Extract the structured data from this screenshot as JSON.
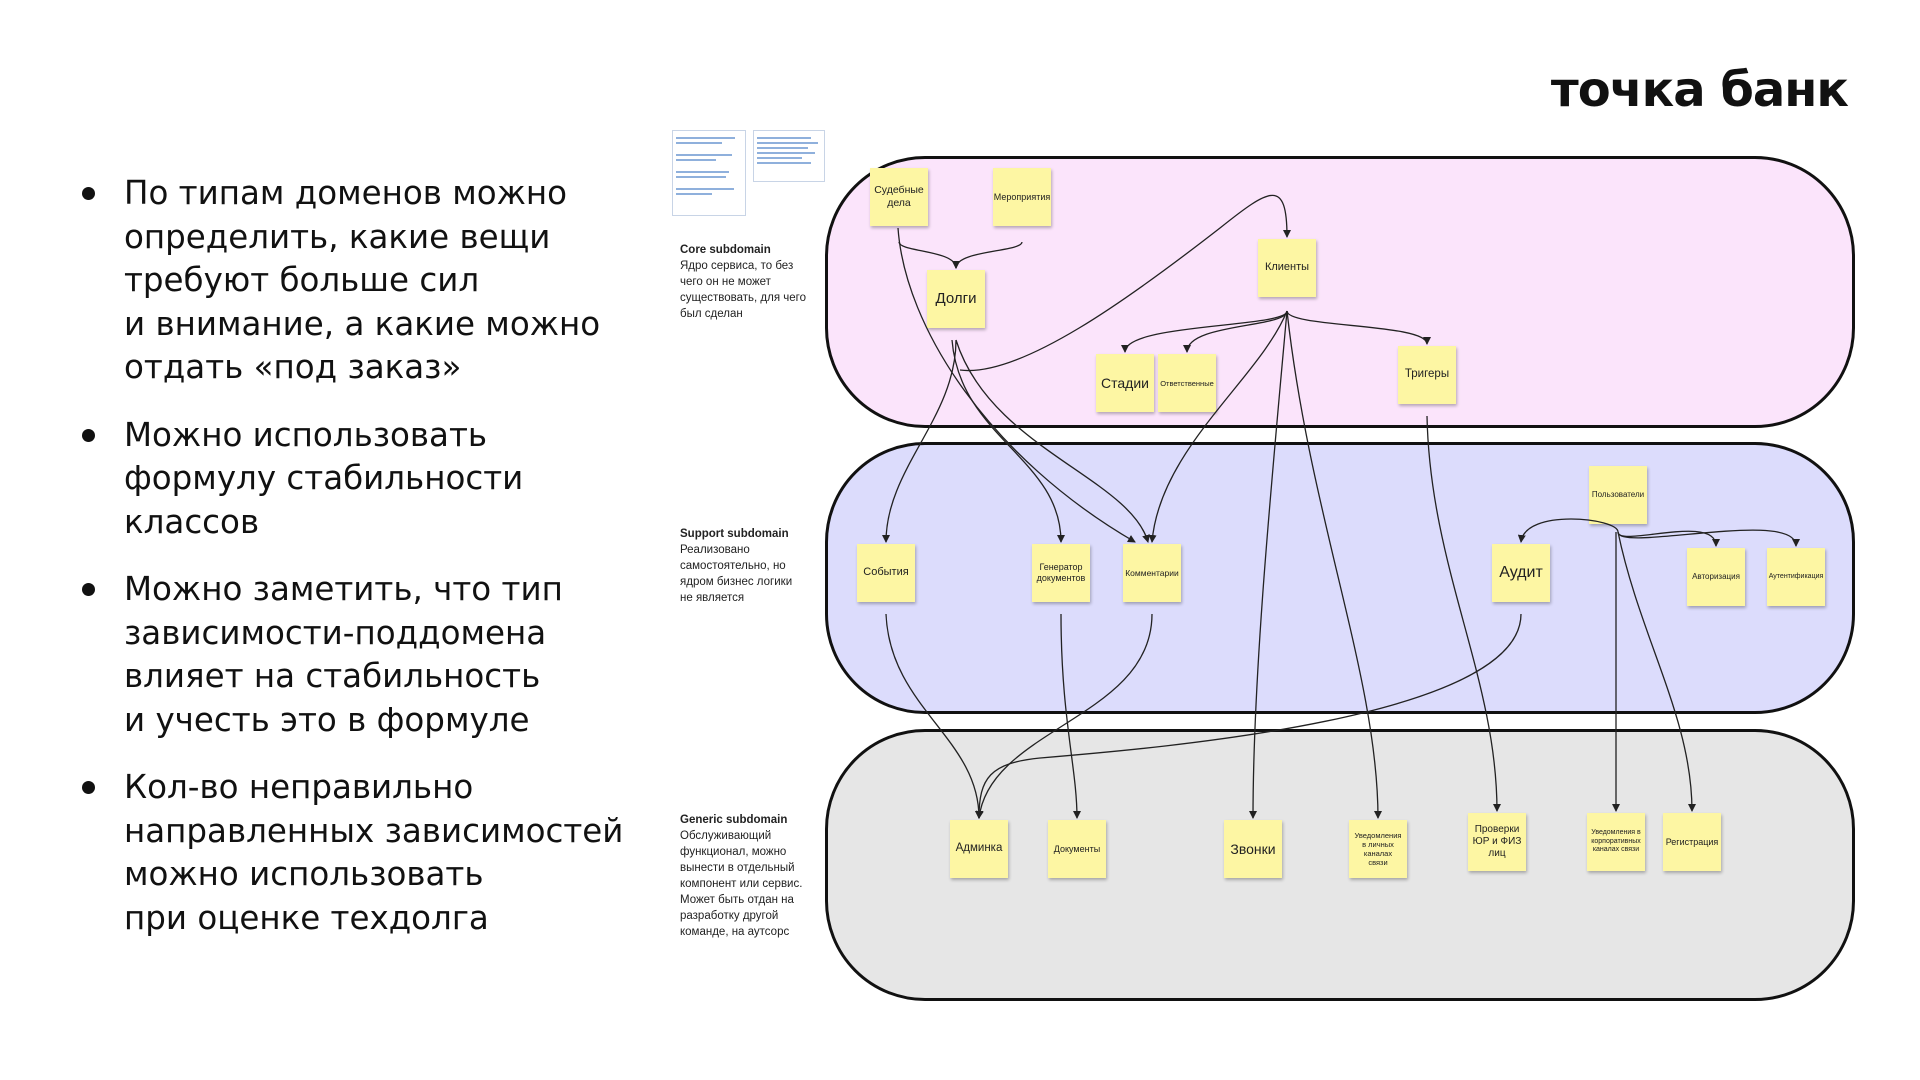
{
  "logo": "точка банк",
  "bullets": [
    "По типам доменов можно\nопределить, какие вещи\nтребуют больше сил\nи внимание, а какие можно\nотдать «под заказ»",
    "Можно использовать\nформулу стабильности\nклассов",
    "Можно заметить, что тип\nзависимости-поддомена\nвлияет на стабильность\nи учесть это в формуле",
    "Кол-во неправильно\nнаправленных зависимостей\nможно использовать\nпри оценке техдолга"
  ],
  "lanes": {
    "core": {
      "title": "Core subdomain",
      "desc": "Ядро сервиса, то без\nчего он не может\nсуществовать, для чего\nбыл сделан",
      "color": "#fbe4fb"
    },
    "support": {
      "title": "Support subdomain",
      "desc": "Реализовано\nсамостоятельно, но\nядром бизнес логики\nне является",
      "color": "#dcdcfc"
    },
    "generic": {
      "title": "Generic subdomain",
      "desc": "Обслуживающий\nфункционал, можно\nвынести в отдельный\nкомпонент или сервис.\nМожет быть отдан на\nразработку другой\nкоманде, на аутсорс",
      "color": "#e6e6e6"
    }
  },
  "stickies": {
    "sudebnye": "Судебные\nдела",
    "meropriyatiya": "Мероприятия",
    "dolgi": "Долги",
    "klienty": "Клиенты",
    "stadii": "Стадии",
    "otvetstvennye": "Ответственные",
    "trigery": "Тригеры",
    "polzovateli": "Пользователи",
    "sobytiya": "События",
    "generator": "Генератор\nдокументов",
    "kommentarii": "Комментарии",
    "audit": "Аудит",
    "avtorizatsiya": "Авторизация",
    "autentifikatsiya": "Аутентификация",
    "adminka": "Админка",
    "dokumenty": "Документы",
    "zvonki": "Звонки",
    "uved_lichnye": "Уведомления\nв личных\nканалах\nсвязи",
    "proverki": "Проверки\nЮР и ФИЗ\nлиц",
    "uved_korp": "Уведомления в\nкорпоративных\nканалах связи",
    "registratsiya": "Регистрация"
  }
}
